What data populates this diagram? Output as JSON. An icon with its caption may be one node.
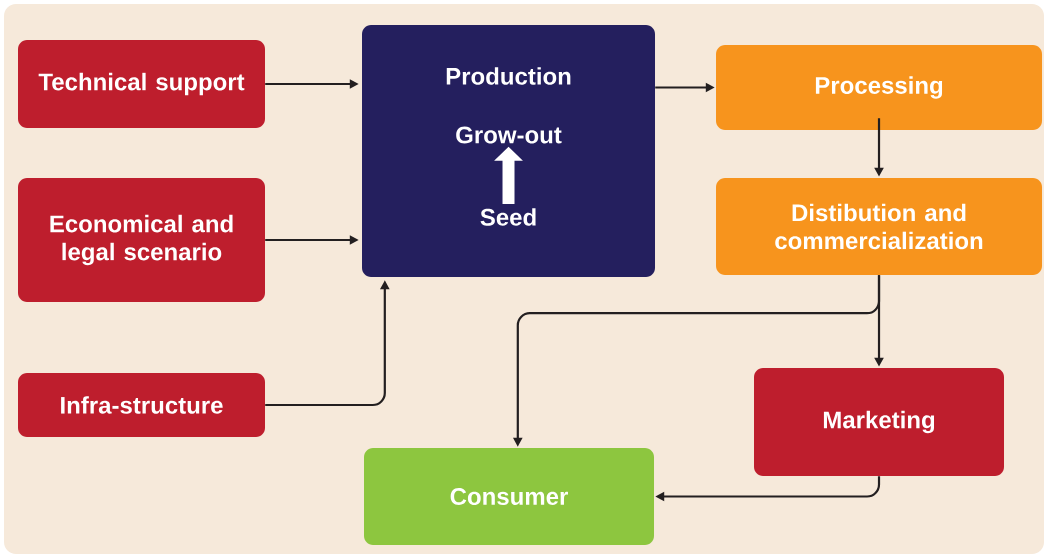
{
  "diagram": {
    "nodes": [
      {
        "text": [
          "Technical support"
        ]
      },
      {
        "text": [
          "Economical and legal scenario"
        ]
      },
      {
        "text": [
          "Infra-structure"
        ]
      },
      {
        "text": [
          "Production"
        ]
      },
      {
        "text": [
          "Grow-out"
        ],
        "in": 3
      },
      {
        "text": [
          "Seed"
        ],
        "in": 3
      },
      {
        "text": [
          "Processing"
        ]
      },
      {
        "text": [
          "Distibution and commercialization"
        ]
      },
      {
        "text": [
          "Marketing"
        ]
      },
      {
        "text": [
          "Consumer"
        ]
      }
    ],
    "edges": [
      {
        "from": 0,
        "to": 3,
        "arrow": "to"
      },
      {
        "from": 1,
        "to": 3,
        "arrow": "to"
      },
      {
        "from": 2,
        "to": 3,
        "arrow": "to"
      },
      {
        "from": 5,
        "to": 4,
        "arrow": "to",
        "style": "thick",
        "color": "#ffffff"
      },
      {
        "from": 3,
        "to": 6,
        "arrow": "to"
      },
      {
        "from": 6,
        "to": 7,
        "arrow": "to"
      },
      {
        "from": 7,
        "to": 8,
        "arrow": "to"
      },
      {
        "from": 7,
        "to": 9,
        "arrow": "to"
      },
      {
        "from": 8,
        "to": 9,
        "arrow": "to"
      }
    ]
  }
}
